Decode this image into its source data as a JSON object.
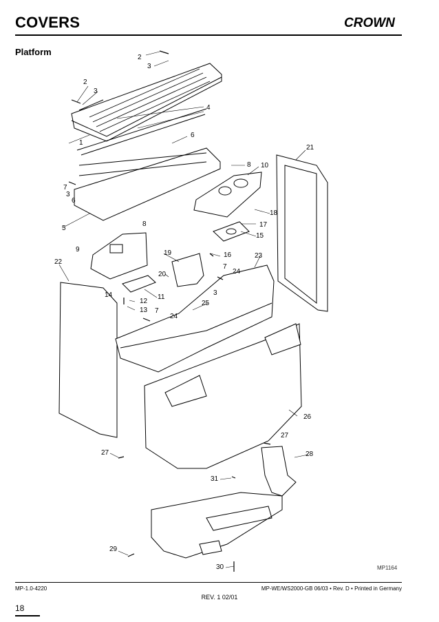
{
  "header": {
    "title": "COVERS",
    "brand": "CROWN"
  },
  "section": {
    "subtitle": "Platform"
  },
  "figure_id": "MP1164",
  "callouts": [
    "1",
    "2",
    "2",
    "3",
    "3",
    "3",
    "3",
    "4",
    "5",
    "6",
    "6",
    "7",
    "7",
    "7",
    "8",
    "8",
    "9",
    "10",
    "11",
    "12",
    "13",
    "14",
    "15",
    "16",
    "17",
    "18",
    "19",
    "20",
    "21",
    "22",
    "23",
    "24",
    "24",
    "25",
    "26",
    "27",
    "27",
    "28",
    "29",
    "30",
    "31"
  ],
  "footer": {
    "left": "MP-1.0-4220",
    "right": "MP-WE/WS2000-GB 06/03 • Rev. D • Printed in Germany",
    "revision": "REV. 1 02/01",
    "page": "18"
  }
}
